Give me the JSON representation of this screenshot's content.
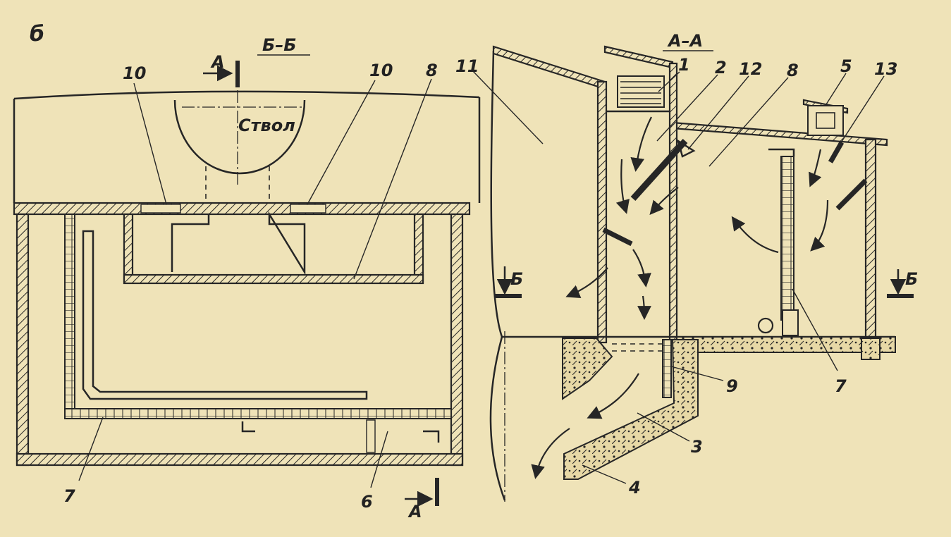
{
  "view_label": "б",
  "plan": {
    "section_title": "Б–Б",
    "shaft_label": "Ствол",
    "cut_marker": "А",
    "callouts": [
      "10",
      "10",
      "8",
      "7",
      "6"
    ]
  },
  "section": {
    "section_title": "А–А",
    "cut_marker": "Б",
    "callouts": [
      "11",
      "1",
      "2",
      "12",
      "8",
      "5",
      "13",
      "9",
      "3",
      "4",
      "7"
    ]
  },
  "colors": {
    "paper": "#efe3b8",
    "ink": "#262626"
  }
}
